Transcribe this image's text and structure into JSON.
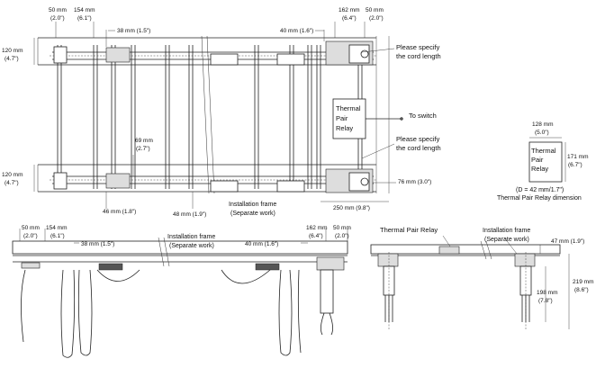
{
  "dims": {
    "left_50": "50 mm",
    "left_50_in": "(2.0\")",
    "left_154": "154 mm",
    "left_154_in": "(6.1\")",
    "left_38": "38 mm (1.5\")",
    "right_40": "40 mm (1.6\")",
    "right_162": "162 mm",
    "right_162_in": "(6.4\")",
    "right_50": "50 mm",
    "right_50_in": "(2.0\")",
    "h120": "120 mm",
    "h120_in": "(4.7\")",
    "d69": "69 mm",
    "d69_in": "(2.7\")",
    "d46": "46 mm (1.8\")",
    "d48": "48 mm (1.9\")",
    "d76": "76 mm (3.0\")",
    "d250": "250 mm (9.8\")",
    "d128": "128 mm",
    "d128_in": "(5.0\")",
    "d171": "171 mm",
    "d171_in": "(6.7\")",
    "d47": "47 mm (1.9\")",
    "d219": "219 mm",
    "d219_in": "(8.6\")",
    "d198": "198 mm",
    "d198_in": "(7.8\")"
  },
  "labels": {
    "cord_1": "Please specify",
    "cord_2": "the cord length",
    "to_switch": "To switch",
    "relay_1": "Thermal",
    "relay_2": "Pair",
    "relay_3": "Relay",
    "install_1": "Installation frame",
    "install_2": "(Separate work)",
    "relay_caption_1": "(D = 42 mm/1.7\")",
    "relay_caption_2": "Thermal Pair Relay dimension",
    "thermal_pair_relay": "Thermal Pair Relay"
  }
}
